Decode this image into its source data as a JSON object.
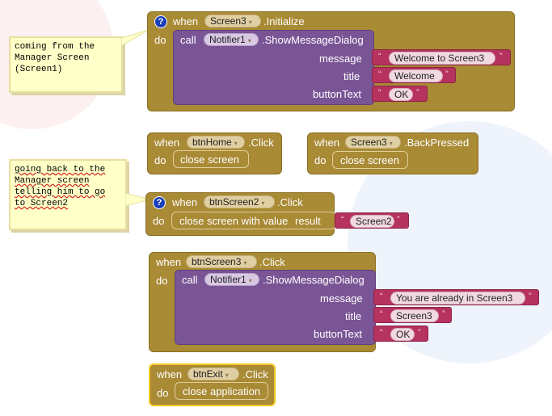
{
  "comments": {
    "c1": [
      "coming from the",
      "Manager Screen",
      "(Screen1)"
    ],
    "c2": [
      "going back to the",
      "Manager screen",
      "telling him to go",
      "to Screen2"
    ]
  },
  "b1": {
    "when": "when",
    "component": "Screen3",
    "event": ".Initialize",
    "do": "do",
    "call": "call",
    "notifier": "Notifier1",
    "method": ".ShowMessageDialog",
    "message_label": "message",
    "title_label": "title",
    "button_label": "buttonText",
    "message": "Welcome to Screen3",
    "title": "Welcome",
    "button": "OK"
  },
  "b2": {
    "when": "when",
    "component": "btnHome",
    "event": ".Click",
    "do": "do",
    "action": "close screen"
  },
  "b3": {
    "when": "when",
    "component": "Screen3",
    "event": ".BackPressed",
    "do": "do",
    "action": "close screen"
  },
  "b4": {
    "when": "when",
    "component": "btnScreen2",
    "event": ".Click",
    "do": "do",
    "action": "close screen with value",
    "result_label": "result",
    "value": "Screen2"
  },
  "b5": {
    "when": "when",
    "component": "btnScreen3",
    "event": ".Click",
    "do": "do",
    "call": "call",
    "notifier": "Notifier1",
    "method": ".ShowMessageDialog",
    "message_label": "message",
    "title_label": "title",
    "button_label": "buttonText",
    "message": "You are already in Screen3",
    "title": "Screen3",
    "button": "OK"
  },
  "b6": {
    "when": "when",
    "component": "btnExit",
    "event": ".Click",
    "do": "do",
    "action": "close application"
  },
  "icons": {
    "help": "?",
    "dropdown": "▾",
    "quote_open": "“",
    "quote_close": "”"
  },
  "colors": {
    "event": "#a98a35",
    "procedure": "#7a5596",
    "text": "#b6325f",
    "comment": "#ffffc8"
  }
}
